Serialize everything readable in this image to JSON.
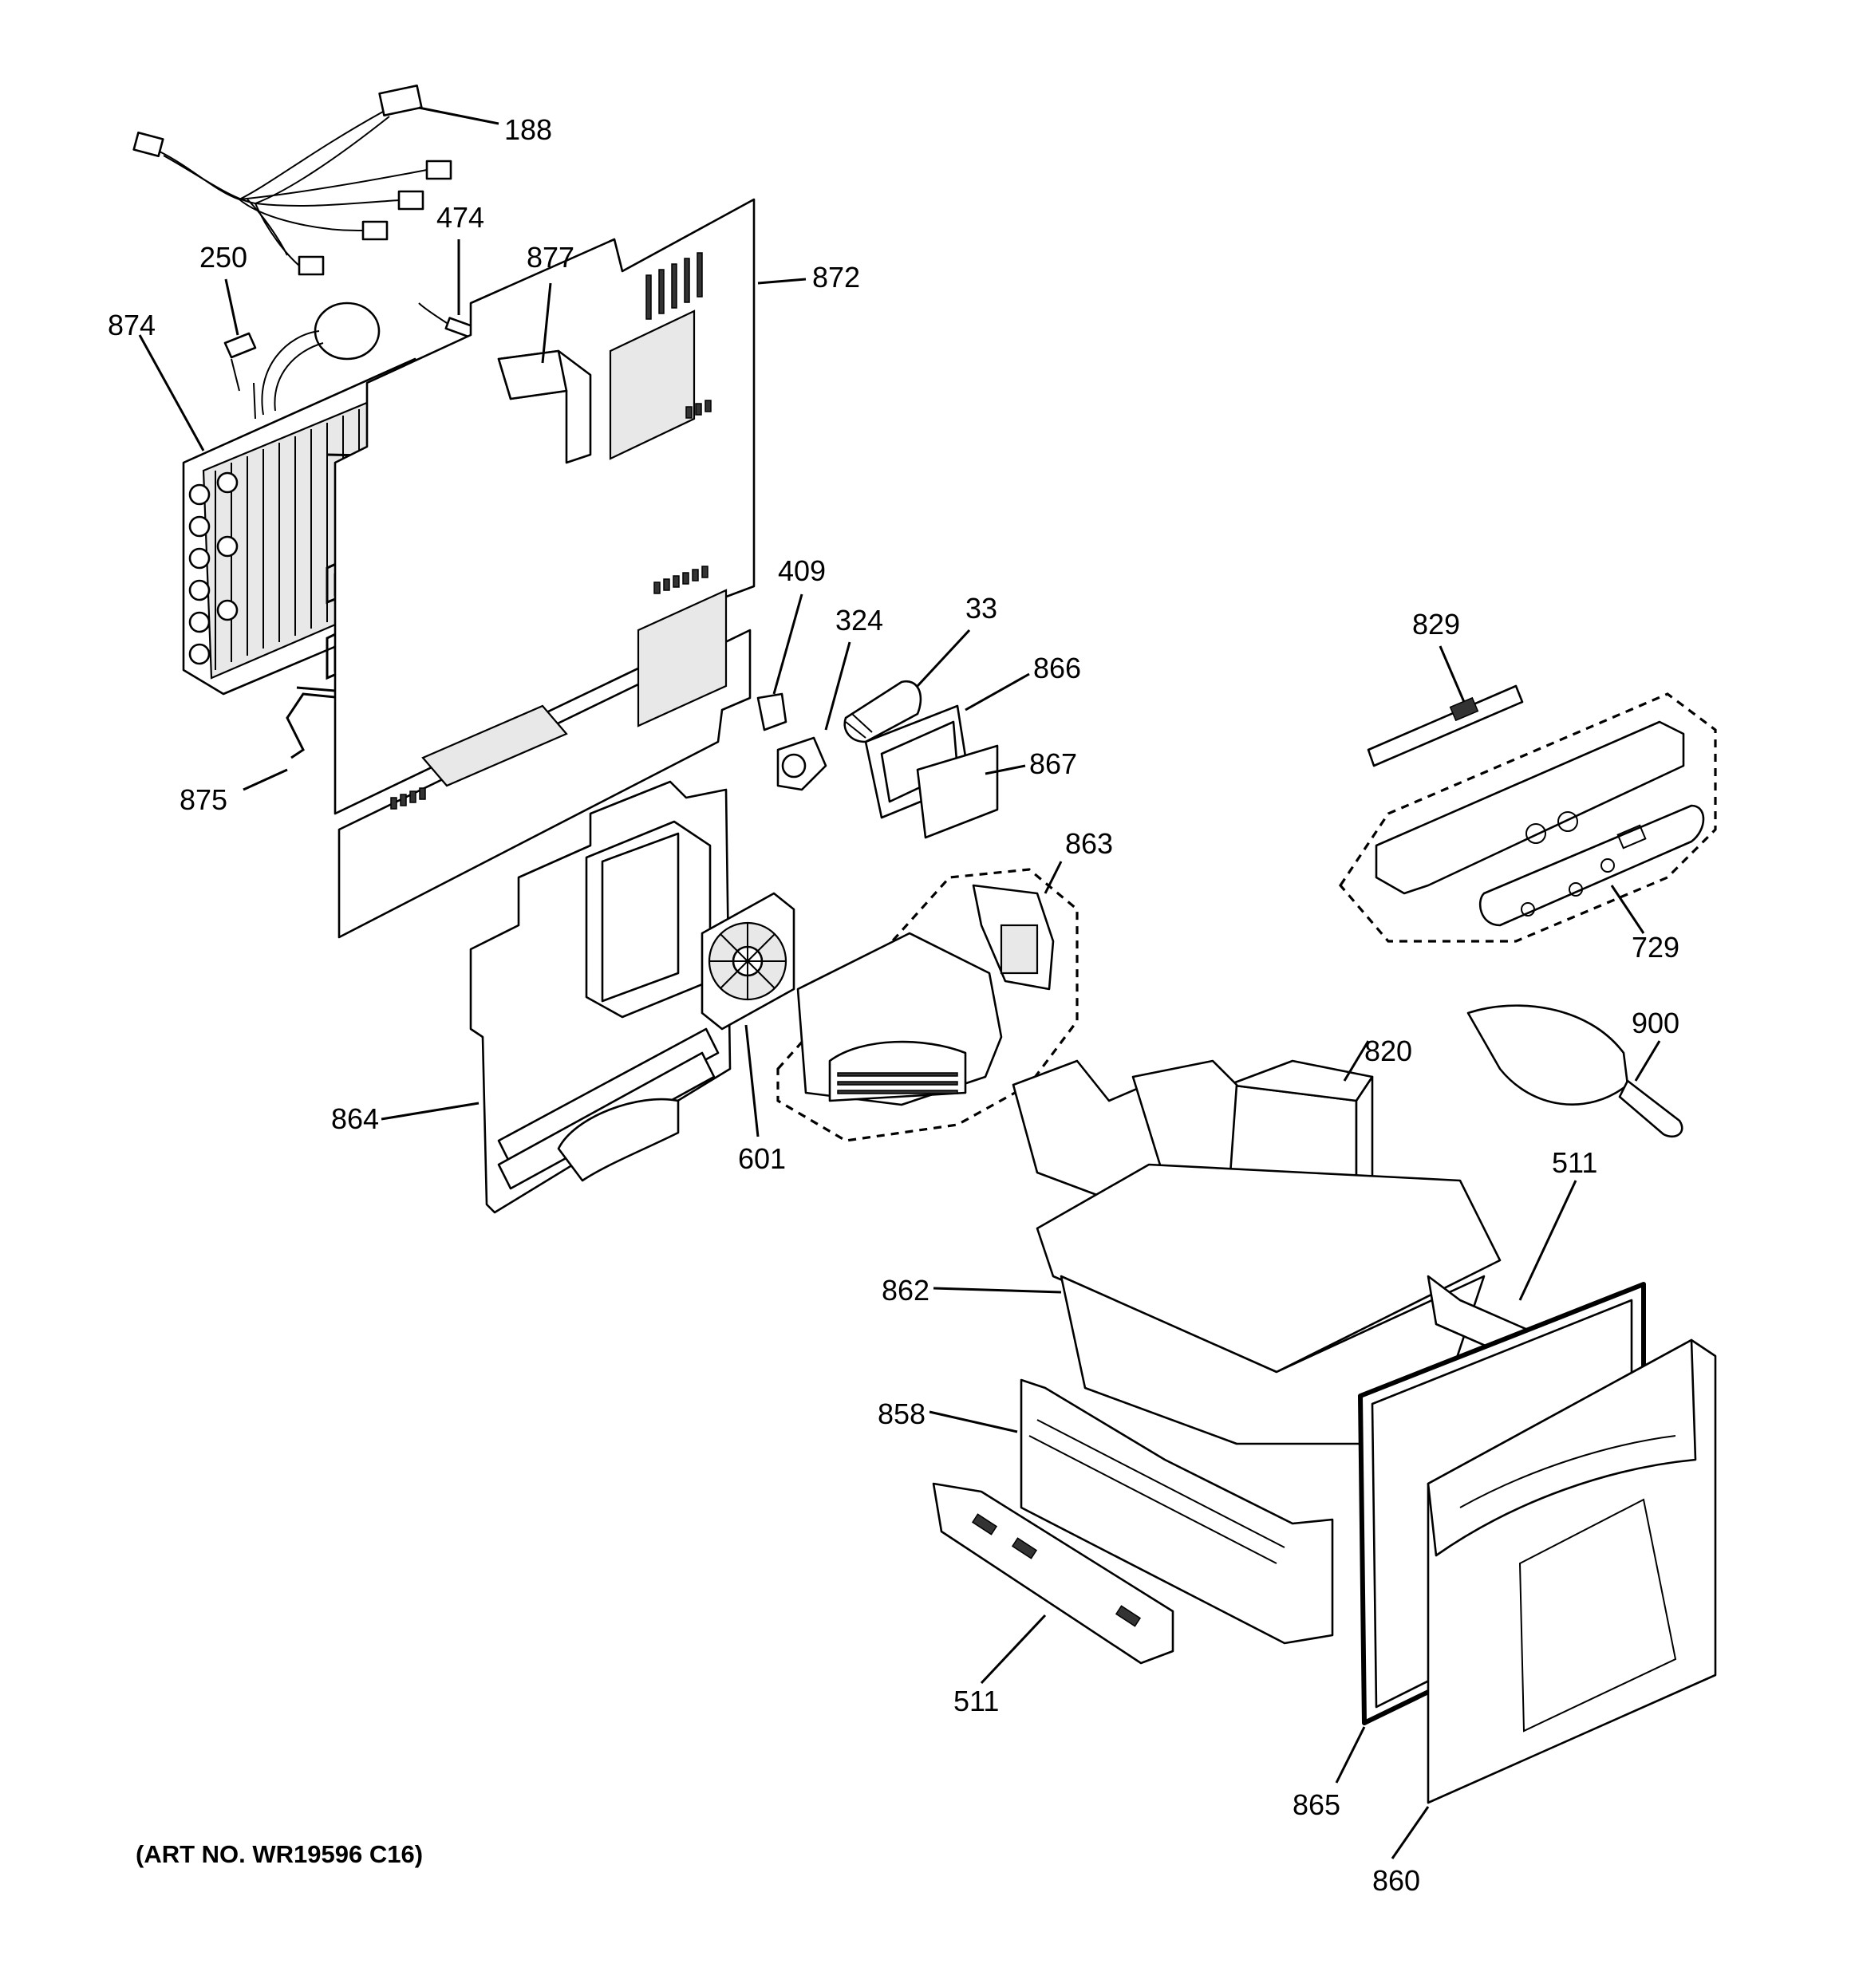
{
  "labels": {
    "p188": "188",
    "p474": "474",
    "p250": "250",
    "p877": "877",
    "p872": "872",
    "p874": "874",
    "p409": "409",
    "p324": "324",
    "p33": "33",
    "p866": "866",
    "p829": "829",
    "p867": "867",
    "p875": "875",
    "p863": "863",
    "p729": "729",
    "p900": "900",
    "p820": "820",
    "p864": "864",
    "p601": "601",
    "p511_upper": "511",
    "p862": "862",
    "p858": "858",
    "p511_lower": "511",
    "p865": "865",
    "p860": "860"
  },
  "art_number": "(ART NO. WR19596 C16)"
}
